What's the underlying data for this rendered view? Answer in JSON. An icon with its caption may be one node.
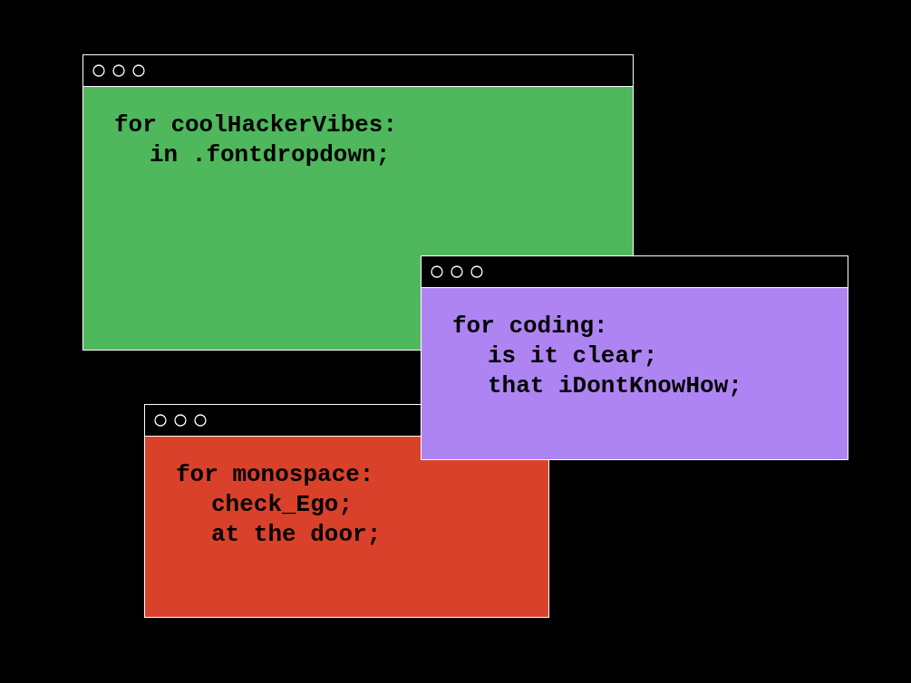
{
  "diagram": {
    "nodes": [
      {
        "text": [
          "for coolHackerVibes:",
          "in .fontdropdown;"
        ]
      },
      {
        "text": [
          "for coding:",
          "is it clear;",
          "that iDontKnowHow;"
        ]
      },
      {
        "text": [
          "for monospace:",
          "check_Ego;",
          "at the door;"
        ]
      }
    ]
  }
}
